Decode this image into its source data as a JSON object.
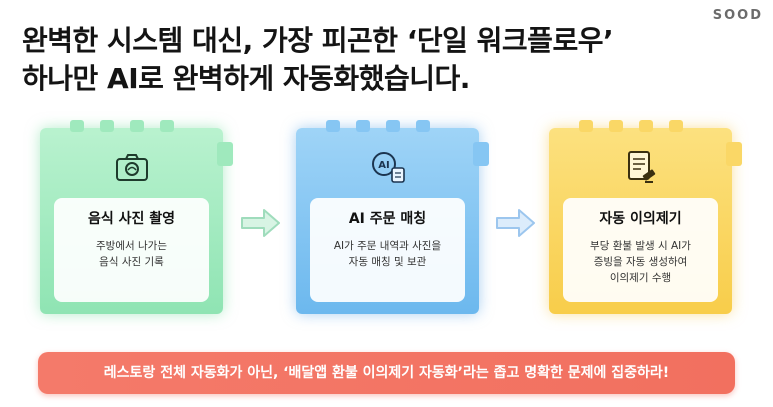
{
  "brand": "SOOD",
  "headline": {
    "line1": "완벽한 시스템 대신, 가장 피곤한 ‘단일 워크플로우’",
    "line2": "하나만 AI로 완벽하게 자동화했습니다."
  },
  "steps": [
    {
      "title": "음식 사진 촬영",
      "desc_line1": "주방에서 나가는",
      "desc_line2": "음식 사진 기록",
      "icon": "camera-icon",
      "color": "#8fe4b3"
    },
    {
      "title": "AI 주문 매칭",
      "desc_line1": "AI가 주문 내역과 사진을",
      "desc_line2": "자동 매칭 및 보관",
      "icon_label": "AI",
      "icon": "ai-brain-icon",
      "color": "#6cb8ee"
    },
    {
      "title": "자동 이의제기",
      "desc_line1": "부당 환불 발생 시 AI가",
      "desc_line2": "증빙을 자동 생성하여",
      "desc_line3": "이의제기 수행",
      "icon": "document-gavel-icon",
      "color": "#f8cd4a"
    }
  ],
  "banner": {
    "text": "레스토랑 전체 자동화가 아닌, ‘배달앱 환불 이의제기 자동화’라는 좁고 명확한 문제에 집중하라!",
    "color": "#f2705f"
  }
}
